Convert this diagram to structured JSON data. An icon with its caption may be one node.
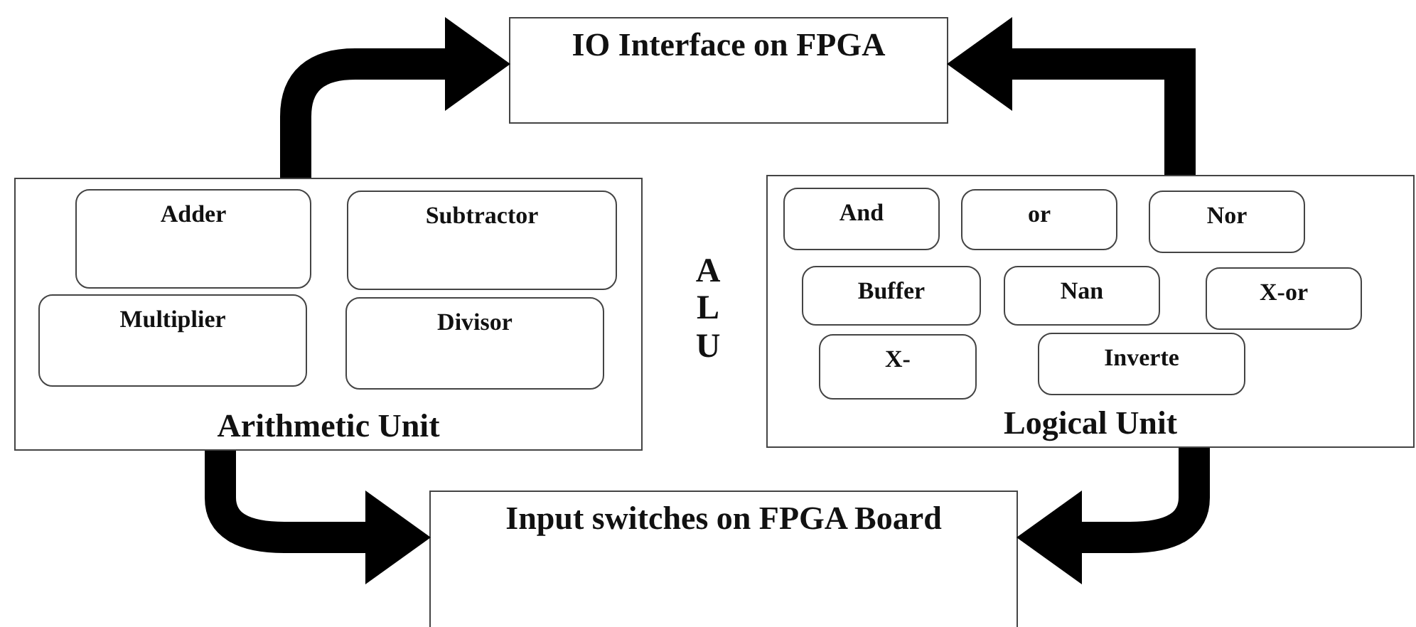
{
  "diagram": {
    "nodes": [
      {
        "text": [
          "IO Interface on FPGA"
        ]
      },
      {
        "text": [
          "Arithmetic Unit"
        ]
      },
      {
        "text": [
          "Adder"
        ],
        "in": 1
      },
      {
        "text": [
          "Subtractor"
        ],
        "in": 1
      },
      {
        "text": [
          "Multiplier"
        ],
        "in": 1
      },
      {
        "text": [
          "Divisor"
        ],
        "in": 1
      },
      {
        "text": [
          "Logical Unit"
        ]
      },
      {
        "text": [
          "And"
        ],
        "in": 6
      },
      {
        "text": [
          "or"
        ],
        "in": 6
      },
      {
        "text": [
          "Nor"
        ],
        "in": 6
      },
      {
        "text": [
          "Buffer"
        ],
        "in": 6
      },
      {
        "text": [
          "Nan"
        ],
        "in": 6
      },
      {
        "text": [
          "X-or"
        ],
        "in": 6
      },
      {
        "text": [
          "X-"
        ],
        "in": 6
      },
      {
        "text": [
          "Inverte"
        ],
        "in": 6
      },
      {
        "text": [
          "Input switches on FPGA Board"
        ]
      }
    ],
    "edges": [
      {
        "from": 1,
        "to": 0,
        "arrow": "to"
      },
      {
        "from": 6,
        "to": 0,
        "arrow": "to"
      },
      {
        "from": 1,
        "to": 15,
        "arrow": "to"
      },
      {
        "from": 6,
        "to": 15,
        "arrow": "to"
      }
    ],
    "labels": [
      "ALU"
    ]
  }
}
